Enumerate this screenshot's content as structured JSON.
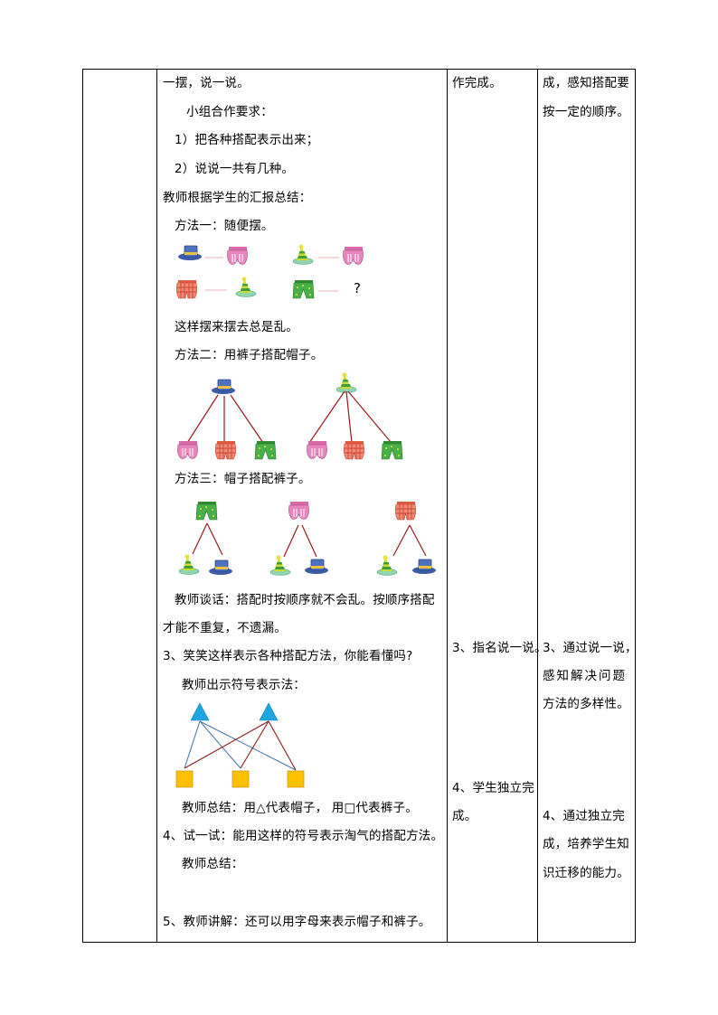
{
  "table": {
    "columns": [
      "blank",
      "teaching_process",
      "student_activity",
      "design_intent"
    ]
  },
  "process": {
    "lines": [
      {
        "id": "l0",
        "text": "一摆，说一说。"
      },
      {
        "id": "l1",
        "text": "小组合作要求："
      },
      {
        "id": "l2",
        "text": "1）把各种搭配表示出来；"
      },
      {
        "id": "l3",
        "text": "2）说说一共有几种。"
      },
      {
        "id": "l4",
        "text": "教师根据学生的汇报总结："
      },
      {
        "id": "l5",
        "text": "方法一：随便摆。"
      },
      {
        "id": "l6",
        "text": "这样摆来摆去总是乱。"
      },
      {
        "id": "l7",
        "text": "方法二：用裤子搭配帽子。"
      },
      {
        "id": "l8",
        "text": "方法三：帽子搭配裤子。"
      },
      {
        "id": "l9",
        "text": "教师谈话：搭配时按顺序就不会乱。按顺序搭配"
      },
      {
        "id": "l10",
        "text": "才能不重复，不遗漏。"
      },
      {
        "id": "l11",
        "text": "3、笑笑这样表示各种搭配方法，你能看懂吗?"
      },
      {
        "id": "l12",
        "text": "教师出示符号表示法："
      },
      {
        "id": "l13",
        "text": "教师总结：用△代表帽子，  用□代表裤子。"
      },
      {
        "id": "l14",
        "text": "4、试一试：能用这样的符号表示淘气的搭配方法。"
      },
      {
        "id": "l15",
        "text": "教师总结："
      },
      {
        "id": "l16",
        "text": "5、教师讲解：还可以用字母来表示帽子和裤子。"
      }
    ],
    "method1_question_mark": "?"
  },
  "student": {
    "lines": [
      {
        "id": "s0",
        "text": "作完成。"
      },
      {
        "id": "s1",
        "text": "3、指名说一说。"
      },
      {
        "id": "s2",
        "text": "4、学生独立完"
      },
      {
        "id": "s3",
        "text": "成。"
      }
    ]
  },
  "intent": {
    "lines": [
      {
        "id": "i0",
        "text": "成，感知搭配要"
      },
      {
        "id": "i1",
        "text": "按一定的顺序。"
      },
      {
        "id": "i2",
        "text": "3、通过说一说，"
      },
      {
        "id": "i3",
        "text": "感知解决问题"
      },
      {
        "id": "i4",
        "text": "方法的多样性。"
      },
      {
        "id": "i5",
        "text": "4、通过独立完"
      },
      {
        "id": "i6",
        "text": "成，培养学生知"
      },
      {
        "id": "i7",
        "text": "识迁移的能力。"
      }
    ]
  },
  "icons": {
    "hat_top": "top-hat-icon",
    "hat_cone": "party-hat-icon",
    "pants_pink": "pink-pants-icon",
    "pants_plaid": "plaid-pants-icon",
    "pants_green": "green-pants-icon"
  },
  "colors": {
    "border": "#000000",
    "triangle": "#1ea6e0",
    "square": "#ffc000",
    "line_blue": "#4a7ab0",
    "line_red": "#8b1a1a",
    "connector_pink": "#e8b0b8"
  }
}
